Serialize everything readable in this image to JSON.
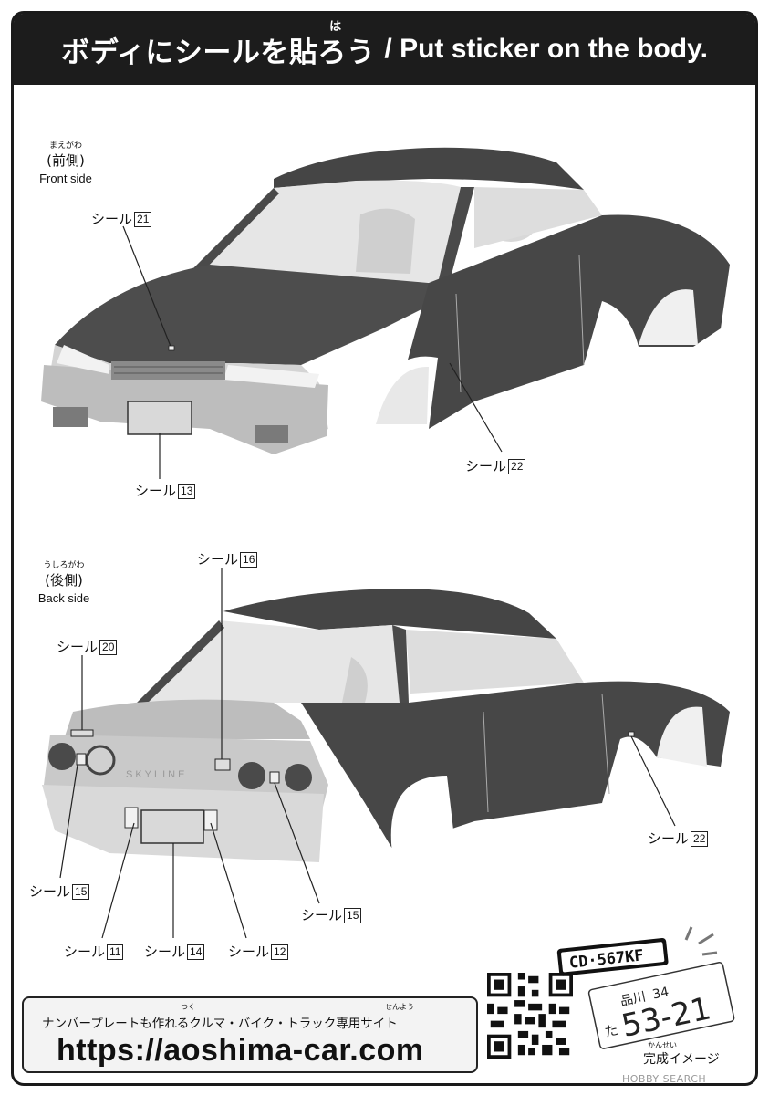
{
  "header": {
    "title_jp": "ボディにシールを貼ろう",
    "title_ruby": "は",
    "title_en": "/ Put sticker on the body."
  },
  "front": {
    "ruby": "まえがわ",
    "label_jp": "(前側)",
    "label_en": "Front side"
  },
  "back": {
    "ruby": "うしろがわ",
    "label_jp": "(後側)",
    "label_en": "Back side"
  },
  "sticker_word": "シール",
  "callouts": {
    "f21": "21",
    "f22": "22",
    "f13": "13",
    "b16": "16",
    "b20": "20",
    "b22": "22",
    "b15a": "15",
    "b15b": "15",
    "b11": "11",
    "b14": "14",
    "b12": "12"
  },
  "car_badge": "SKYLINE",
  "promo": {
    "text": "ナンバープレートも作れるクルマ・バイク・トラック専用サイト",
    "ruby_tsuku": "つく",
    "ruby_senyou": "せんよう",
    "url": "https://aoshima-car.com"
  },
  "plate_small": "CD·567KF",
  "plate_big": {
    "region": "品川",
    "class_num": "34",
    "kana": "た",
    "number": "53-21"
  },
  "plate_caption_ruby": "かんせい",
  "plate_caption": "完成イメージ",
  "watermark": "HOBBY SEARCH",
  "colors": {
    "car_body": "#4a4a4a",
    "header_bg": "#1c1c1c"
  }
}
